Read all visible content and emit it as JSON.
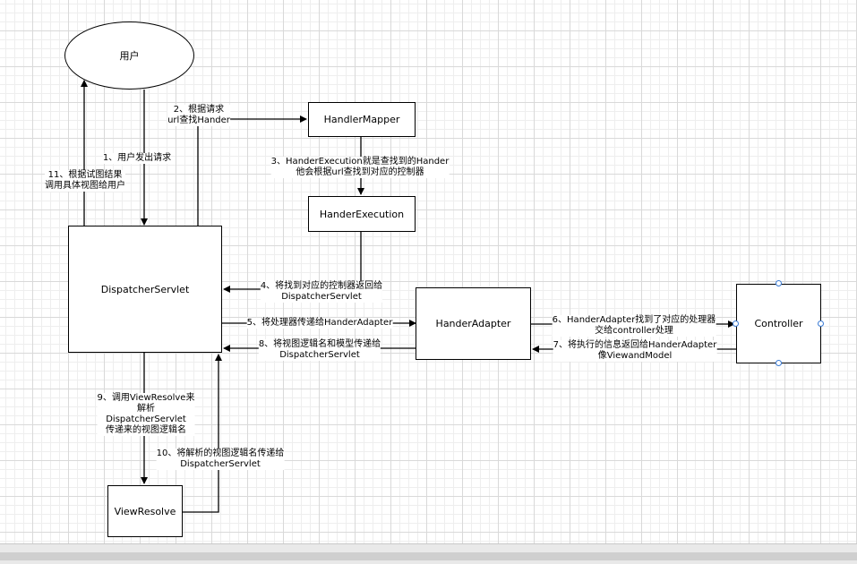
{
  "nodes": {
    "user": "用户",
    "handler_mapper": "HandlerMapper",
    "hander_execution": "HanderExecution",
    "dispatcher_servlet": "DispatcherServlet",
    "hander_adapter": "HanderAdapter",
    "controller": "Controller",
    "view_resolve": "ViewResolve"
  },
  "edges": {
    "e1": [
      "1、用户发出请求"
    ],
    "e2": [
      "2、根据请求",
      "url查找Hander"
    ],
    "e3": [
      "3、HanderExecution就是查找到的Hander",
      "他会根据url查找到对应的控制器"
    ],
    "e4": [
      "4、将找到对应的控制器返回给",
      "DispatcherServlet"
    ],
    "e5": [
      "5、将处理器传递给HanderAdapter"
    ],
    "e6": [
      "6、HanderAdapter找到了对应的处理器",
      "交给controller处理"
    ],
    "e7": [
      "7、将执行的信息返回给HanderAdapter",
      "像ViewandModel"
    ],
    "e8": [
      "8、将视图逻辑名和模型传递给",
      "DispatcherServlet"
    ],
    "e9": [
      "9、调用ViewResolve来",
      "解析",
      "DispatcherServlet",
      "传递来的视图逻辑名"
    ],
    "e10": [
      "10、将解析的视图逻辑名传递给",
      "DispatcherServlet"
    ],
    "e11": [
      "11、根据试图结果",
      "调用具体视图给用户"
    ]
  },
  "colors": {
    "line": "#000000",
    "handle": "#3a7bd5",
    "grid_major": "#d9d9d9",
    "grid_minor": "#eeeeee"
  }
}
